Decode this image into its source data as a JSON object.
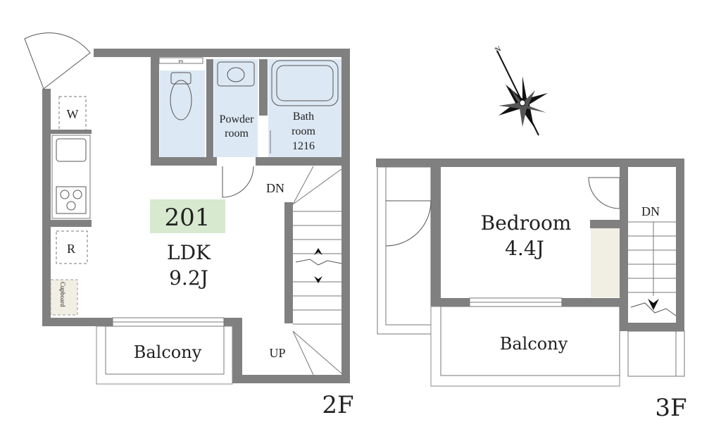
{
  "floor2": {
    "level": "2F",
    "unit_number": "201",
    "ldk_name": "LDK",
    "ldk_size": "9.2J",
    "washer_mark": "W",
    "fridge_mark": "R",
    "cupboard": "Cupboard",
    "ps": "PS",
    "powder_line1": "Powder",
    "powder_line2": "room",
    "bath_line1": "Bath",
    "bath_line2": "room",
    "bath_size": "1216",
    "stair_down": "DN",
    "stair_up": "UP",
    "balcony": "Balcony"
  },
  "floor3": {
    "level": "3F",
    "bedroom_name": "Bedroom",
    "bedroom_size": "4.4J",
    "stair_down": "DN",
    "balcony": "Balcony"
  },
  "compass": {
    "north": "N"
  },
  "colors": {
    "wall": "#808080",
    "wet_area": "#dce8f4",
    "unit_badge": "#d7e9cf",
    "storage": "#f1efe3"
  }
}
